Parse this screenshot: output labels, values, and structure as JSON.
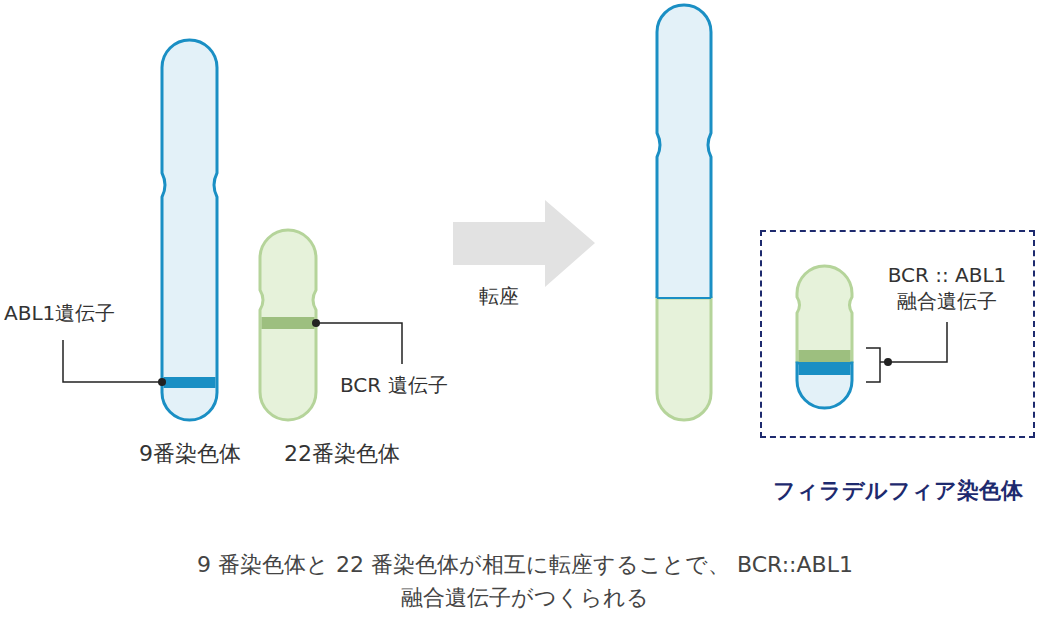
{
  "diagram": {
    "caption": "9 番染色体と 22 番染色体が相互に転座することで、 BCR::ABL1 融合遺伝子がつくられる",
    "nodes": [
      {
        "text": [
          "フィラデルフィア染色体"
        ]
      }
    ],
    "labels": [
      "ABL1遺伝子",
      "BCR 遺伝子",
      "9番染色体",
      "22番染色体",
      "転座",
      "BCR :: ABL1 融合遺伝子"
    ]
  }
}
